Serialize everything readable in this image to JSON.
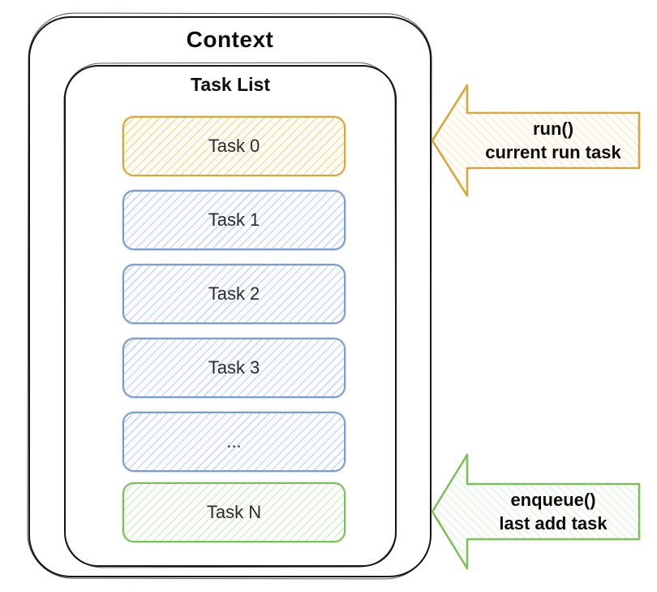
{
  "diagram": {
    "title": "Context",
    "task_list_title": "Task List",
    "tasks": [
      {
        "label": "Task 0",
        "style": "current"
      },
      {
        "label": "Task 1",
        "style": "queued"
      },
      {
        "label": "Task 2",
        "style": "queued"
      },
      {
        "label": "Task 3",
        "style": "queued"
      },
      {
        "label": "...",
        "style": "queued"
      },
      {
        "label": "Task N",
        "style": "last"
      }
    ],
    "annotations": {
      "run": {
        "line1": "run()",
        "line2": "current run task",
        "color": "#d2a945"
      },
      "enqueue": {
        "line1": "enqueue()",
        "line2": "last add task",
        "color": "#7fbd61"
      }
    },
    "colors": {
      "outline": "#161616",
      "current_border": "#d2a945",
      "current_hatch": "#f1e0ad",
      "queued_border": "#7e9cc9",
      "queued_hatch": "#cdd9f1",
      "last_border": "#7fbd61",
      "last_hatch": "#d7ecd0",
      "text": "#0d0d0d"
    }
  }
}
